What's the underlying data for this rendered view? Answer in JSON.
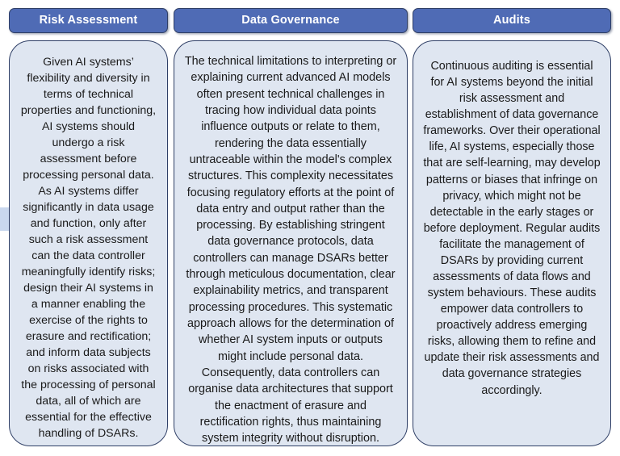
{
  "diagram": {
    "type": "three-column-text-panels",
    "colors": {
      "header_fill": "#4f6bb5",
      "header_text": "#ffffff",
      "body_fill": "#dfe6f1",
      "border": "#2f3f66",
      "body_text": "#1a1a1a",
      "background": "#ffffff",
      "edge_marker": "#c9d7ee"
    },
    "columns": [
      {
        "header": "Risk Assessment",
        "body": "Given AI systems’ flexibility and diversity in terms of technical properties and functioning, AI systems should undergo a risk assessment before processing personal data. As AI systems differ significantly in data usage and function, only after such a risk assessment can the data controller meaningfully identify risks; design their AI systems in a manner enabling the exercise of the rights to erasure and rectification; and inform data subjects on risks associated with the processing of personal data, all of which are essential for the effective handling of DSARs."
      },
      {
        "header": "Data Governance",
        "body": "The technical limitations to interpreting or explaining current advanced AI models often present technical challenges in tracing how individual data points influence outputs or relate to them, rendering the data essentially untraceable within the model's complex structures. This complexity necessitates focusing regulatory efforts at the point of data entry and output rather than the processing. By establishing stringent data governance protocols, data controllers can manage DSARs better through meticulous documentation, clear explainability metrics, and transparent processing procedures. This systematic approach allows for the determination of whether AI system inputs or outputs might include personal data. Consequently, data controllers can organise data architectures that support the enactment of erasure and rectification rights, thus maintaining system integrity without disruption."
      },
      {
        "header": "Audits",
        "body": "Continuous auditing is essential for AI systems beyond the initial risk assessment and establishment of data governance frameworks. Over their operational life, AI systems, especially those that are self-learning, may develop patterns or biases that infringe on privacy, which might not be detectable in the early stages or before deployment. Regular audits facilitate the management of DSARs by providing current assessments of data flows and system behaviours. These audits empower data controllers to proactively address emerging risks, allowing them to refine and update their risk assessments and data governance strategies accordingly."
      }
    ]
  }
}
